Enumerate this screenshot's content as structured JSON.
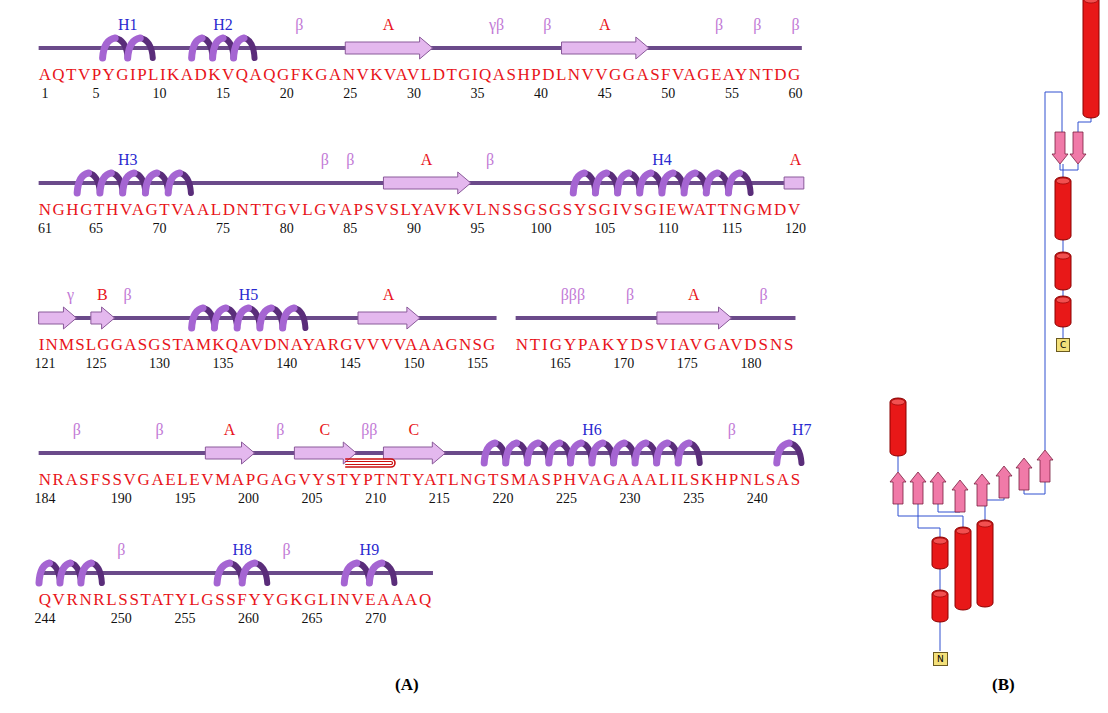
{
  "diagram": {
    "nodes": [
      {
        "text": [
          "N"
        ]
      },
      {
        "text": [
          "C"
        ]
      }
    ],
    "labels": [
      "H1",
      "H2",
      "β",
      "A",
      "γβ",
      "β",
      "A",
      "β",
      "β",
      "β",
      "AQTVPYGIPLIKADKVQAQGFKGANVKVAVLDTGIQASHPDLNVVGGASFVAGEAYNTDG",
      "1",
      "5",
      "10",
      "15",
      "20",
      "25",
      "30",
      "35",
      "40",
      "45",
      "50",
      "55",
      "60",
      "H3",
      "β",
      "β",
      "A",
      "β",
      "H4",
      "A",
      "NGHGTHVAGTVAALDNTTGVLGVAPSVSLYAVKVLNSSGSGSYSGIVSGIEWATTNGMDV",
      "61",
      "65",
      "70",
      "75",
      "80",
      "85",
      "90",
      "95",
      "100",
      "105",
      "110",
      "115",
      "120",
      "γ",
      "B",
      "β",
      "H5",
      "A",
      "βββ",
      "β",
      "A",
      "β",
      "INMSLGGASGSTAMKQAVDNAYARGVVVVAAAGNSG",
      "NTIGYPAKYDSVIAVGAVDSNS",
      "121",
      "125",
      "130",
      "135",
      "140",
      "145",
      "150",
      "155",
      "165",
      "170",
      "175",
      "180",
      "β",
      "β",
      "A",
      "β",
      "C",
      "ββ",
      "C",
      "H6",
      "β",
      "H7",
      "NRASFSSVGAELEVMAPGAGVYSTYPTNTYATLNGTSMASPHVAGAAALILSKHPNLSAS",
      "184",
      "190",
      "195",
      "200",
      "205",
      "210",
      "215",
      "220",
      "225",
      "230",
      "235",
      "240",
      "β",
      "H8",
      "β",
      "H9",
      "QVRNRLSSTATYLGSSFYYGKGLINVEAAAQ",
      "244",
      "250",
      "255",
      "260",
      "265",
      "270",
      "(A)",
      "(B)"
    ]
  }
}
